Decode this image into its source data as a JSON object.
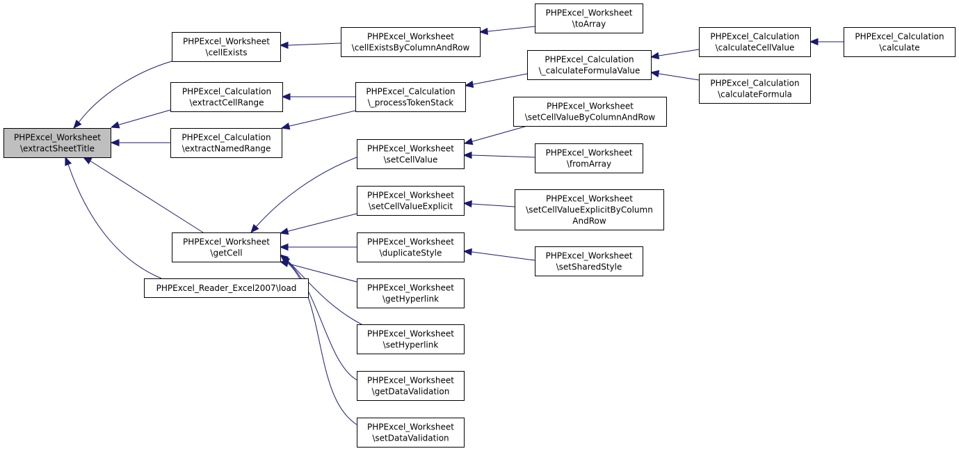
{
  "colors": {
    "edge": "#191970",
    "node_fill": "#ffffff",
    "root_fill": "#bfbfbf",
    "border": "#000000"
  },
  "nodes": [
    {
      "id": "extractSheetTitle",
      "lines": [
        "PHPExcel_Worksheet",
        "\\extractSheetTitle"
      ],
      "root": true
    },
    {
      "id": "cellExists",
      "lines": [
        "PHPExcel_Worksheet",
        "\\cellExists"
      ]
    },
    {
      "id": "extractCellRange",
      "lines": [
        "PHPExcel_Calculation",
        "\\extractCellRange"
      ]
    },
    {
      "id": "extractNamedRange",
      "lines": [
        "PHPExcel_Calculation",
        "\\extractNamedRange"
      ]
    },
    {
      "id": "getCell",
      "lines": [
        "PHPExcel_Worksheet",
        "\\getCell"
      ]
    },
    {
      "id": "load",
      "lines": [
        "PHPExcel_Reader_Excel2007\\load"
      ]
    },
    {
      "id": "cellExistsByColumnAndRow",
      "lines": [
        "PHPExcel_Worksheet",
        "\\cellExistsByColumnAndRow"
      ]
    },
    {
      "id": "toArray",
      "lines": [
        "PHPExcel_Worksheet",
        "\\toArray"
      ]
    },
    {
      "id": "processTokenStack",
      "lines": [
        "PHPExcel_Calculation",
        "\\_processTokenStack"
      ]
    },
    {
      "id": "calculateFormulaValue",
      "lines": [
        "PHPExcel_Calculation",
        "\\_calculateFormulaValue"
      ]
    },
    {
      "id": "calculateCellValue",
      "lines": [
        "PHPExcel_Calculation",
        "\\calculateCellValue"
      ]
    },
    {
      "id": "calculate",
      "lines": [
        "PHPExcel_Calculation",
        "\\calculate"
      ]
    },
    {
      "id": "calculateFormula",
      "lines": [
        "PHPExcel_Calculation",
        "\\calculateFormula"
      ]
    },
    {
      "id": "setCellValue",
      "lines": [
        "PHPExcel_Worksheet",
        "\\setCellValue"
      ]
    },
    {
      "id": "setCellValueByColumnAndRow",
      "lines": [
        "PHPExcel_Worksheet",
        "\\setCellValueByColumnAndRow"
      ]
    },
    {
      "id": "fromArray",
      "lines": [
        "PHPExcel_Worksheet",
        "\\fromArray"
      ]
    },
    {
      "id": "setCellValueExplicit",
      "lines": [
        "PHPExcel_Worksheet",
        "\\setCellValueExplicit"
      ]
    },
    {
      "id": "setCellValueExplicitByColumnAndRow",
      "lines": [
        "PHPExcel_Worksheet",
        "\\setCellValueExplicitByColumn",
        "AndRow"
      ]
    },
    {
      "id": "duplicateStyle",
      "lines": [
        "PHPExcel_Worksheet",
        "\\duplicateStyle"
      ]
    },
    {
      "id": "setSharedStyle",
      "lines": [
        "PHPExcel_Worksheet",
        "\\setSharedStyle"
      ]
    },
    {
      "id": "getHyperlink",
      "lines": [
        "PHPExcel_Worksheet",
        "\\getHyperlink"
      ]
    },
    {
      "id": "setHyperlink",
      "lines": [
        "PHPExcel_Worksheet",
        "\\setHyperlink"
      ]
    },
    {
      "id": "getDataValidation",
      "lines": [
        "PHPExcel_Worksheet",
        "\\getDataValidation"
      ]
    },
    {
      "id": "setDataValidation",
      "lines": [
        "PHPExcel_Worksheet",
        "\\setDataValidation"
      ]
    }
  ],
  "edges": [
    {
      "from": "cellExists",
      "to": "extractSheetTitle"
    },
    {
      "from": "extractCellRange",
      "to": "extractSheetTitle"
    },
    {
      "from": "extractNamedRange",
      "to": "extractSheetTitle"
    },
    {
      "from": "getCell",
      "to": "extractSheetTitle"
    },
    {
      "from": "load",
      "to": "extractSheetTitle"
    },
    {
      "from": "cellExistsByColumnAndRow",
      "to": "cellExists"
    },
    {
      "from": "toArray",
      "to": "cellExistsByColumnAndRow"
    },
    {
      "from": "processTokenStack",
      "to": "extractCellRange"
    },
    {
      "from": "processTokenStack",
      "to": "extractNamedRange"
    },
    {
      "from": "calculateFormulaValue",
      "to": "processTokenStack"
    },
    {
      "from": "calculateCellValue",
      "to": "calculateFormulaValue"
    },
    {
      "from": "calculateFormula",
      "to": "calculateFormulaValue"
    },
    {
      "from": "calculate",
      "to": "calculateCellValue"
    },
    {
      "from": "setCellValue",
      "to": "getCell"
    },
    {
      "from": "setCellValueExplicit",
      "to": "getCell"
    },
    {
      "from": "duplicateStyle",
      "to": "getCell"
    },
    {
      "from": "getHyperlink",
      "to": "getCell"
    },
    {
      "from": "setHyperlink",
      "to": "getCell"
    },
    {
      "from": "getDataValidation",
      "to": "getCell"
    },
    {
      "from": "setDataValidation",
      "to": "getCell"
    },
    {
      "from": "setCellValueByColumnAndRow",
      "to": "setCellValue"
    },
    {
      "from": "fromArray",
      "to": "setCellValue"
    },
    {
      "from": "setCellValueExplicitByColumnAndRow",
      "to": "setCellValueExplicit"
    },
    {
      "from": "setSharedStyle",
      "to": "duplicateStyle"
    }
  ]
}
